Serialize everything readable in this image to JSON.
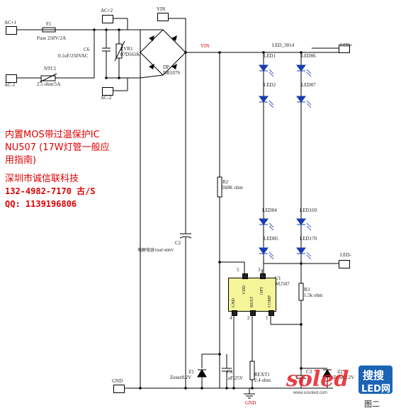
{
  "labels": {
    "acp1": "AC+1",
    "acm1": "AC-1",
    "acp2": "AC+2",
    "acm2": "AC-2",
    "vin_top": "VIN",
    "vin_right": "VIN",
    "f1": "F1",
    "f1_val": "Fuse 250V/2A",
    "ntc1": "NTC1",
    "ntc1_val": "2.5 ohm/5A",
    "c6": "C6",
    "c6_val": "0.1uF/250VAC",
    "zvr1": "ZVR1",
    "zvr1_val": "07D561K",
    "dp": "DP",
    "db": "DB107S",
    "led_3014": "LED_3014",
    "ledp": "LED+",
    "ledm": "LED-",
    "led1": "LED1",
    "led2": "LED2",
    "led86": "LED86",
    "led87": "LED87",
    "led84": "LED84",
    "led85": "LED85",
    "led169": "LED169",
    "led170": "LED170",
    "r2": "R2",
    "r2_val": "560K ohm",
    "c2": "C2",
    "c2_val": "电解电容10uF/400V",
    "u1": "U1",
    "u1_val": "NU507",
    "pin_vdd": "VDD",
    "pin_opt": "OPT",
    "pin_gnd": "GND",
    "pin_rext": "REXT",
    "pin_comp": "COMP",
    "pin5": "5",
    "pin3": "3",
    "pin4": "4",
    "pin2": "2",
    "pin1": "1",
    "r3": "R3",
    "r3_val": "1.5k ohm",
    "z1": "Z1",
    "z1_val": "Zener8.2V",
    "c4": "C4",
    "c4_val": "1uF/25V",
    "rext1": "REXT1",
    "rext1_val": "2.4 ohm",
    "c3": "C3",
    "z2": "Z2",
    "z2_val": "Zener8.2V",
    "gnd_left": "GND",
    "gnd_sym": "GND",
    "fig": "图二"
  },
  "notes": {
    "line1": "内置MOS带过温保护IC",
    "line2": "NU507  (17W灯管一般应",
    "line3": "用指南)",
    "line4": "深圳市诚信联科技",
    "line5": "132-4982-7170 古/S",
    "line6": " QQ: 1139196806"
  },
  "watermark": {
    "brand": "soled",
    "url": "www.sosoled.com",
    "cn1": "搜搜",
    "cn2": "LED网"
  },
  "colors": {
    "wire": "#000000",
    "red_text": "#e00000",
    "led_blue": "#1a3cb0",
    "watermark_red": "#e41e26",
    "watermark_blue": "#1b64b5"
  }
}
